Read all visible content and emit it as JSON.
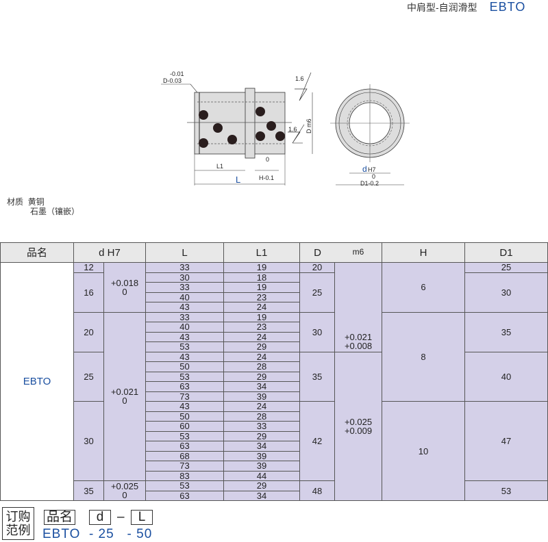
{
  "header": {
    "title": "中肩型-自润滑型",
    "code": "EBTO"
  },
  "diagram": {
    "tol_top": "-0.01",
    "tol_d": "D-0.03",
    "rough1": "1.6",
    "rough2": "1.6",
    "dm6": "D m6",
    "zero": "0",
    "l1": "L1",
    "l": "L",
    "h": "H-0.1",
    "dh7_d": "d",
    "dh7_h": "H7",
    "zero2": "0",
    "d1": "D1-0.2"
  },
  "material": {
    "label": "材质",
    "line1": "黄铜",
    "line2": "石墨（镶嵌）"
  },
  "table": {
    "headers": [
      "品名",
      "d H7",
      "L",
      "L1",
      "D",
      "m6",
      "H",
      "D1"
    ],
    "product": "EBTO",
    "rows": [
      [
        "33",
        "19"
      ],
      [
        "30",
        "18"
      ],
      [
        "33",
        "19"
      ],
      [
        "40",
        "23"
      ],
      [
        "43",
        "24"
      ],
      [
        "33",
        "19"
      ],
      [
        "40",
        "23"
      ],
      [
        "43",
        "24"
      ],
      [
        "53",
        "29"
      ],
      [
        "43",
        "24"
      ],
      [
        "50",
        "28"
      ],
      [
        "53",
        "29"
      ],
      [
        "63",
        "34"
      ],
      [
        "73",
        "39"
      ],
      [
        "43",
        "24"
      ],
      [
        "50",
        "28"
      ],
      [
        "60",
        "33"
      ],
      [
        "53",
        "29"
      ],
      [
        "63",
        "34"
      ],
      [
        "68",
        "39"
      ],
      [
        "73",
        "39"
      ],
      [
        "83",
        "44"
      ],
      [
        "53",
        "29"
      ],
      [
        "63",
        "34"
      ]
    ],
    "d": [
      {
        "v": "12",
        "s": 0,
        "n": 1
      },
      {
        "v": "16",
        "s": 1,
        "n": 4
      },
      {
        "v": "20",
        "s": 5,
        "n": 4
      },
      {
        "v": "25",
        "s": 9,
        "n": 5
      },
      {
        "v": "30",
        "s": 14,
        "n": 8
      },
      {
        "v": "35",
        "s": 22,
        "n": 2
      }
    ],
    "dtol": [
      {
        "v": "+0.018\n0",
        "s": 0,
        "n": 5
      },
      {
        "v": "+0.021\n0",
        "s": 5,
        "n": 17
      },
      {
        "v": "+0.025\n0",
        "s": 22,
        "n": 2
      }
    ],
    "D": [
      {
        "v": "20",
        "s": 0,
        "n": 1
      },
      {
        "v": "25",
        "s": 1,
        "n": 4
      },
      {
        "v": "30",
        "s": 5,
        "n": 4
      },
      {
        "v": "35",
        "s": 9,
        "n": 5
      },
      {
        "v": "42",
        "s": 14,
        "n": 8
      },
      {
        "v": "48",
        "s": 22,
        "n": 2
      }
    ],
    "Dtol": [
      {
        "v": "+0.021\n+0.008",
        "s": 0,
        "n": 9
      },
      {
        "v": "+0.025\n+0.009",
        "s": 9,
        "n": 15
      }
    ],
    "H": [
      {
        "v": "6",
        "s": 0,
        "n": 5
      },
      {
        "v": "8",
        "s": 5,
        "n": 9
      },
      {
        "v": "10",
        "s": 14,
        "n": 10
      }
    ],
    "D1": [
      {
        "v": "25",
        "s": 0,
        "n": 1
      },
      {
        "v": "30",
        "s": 1,
        "n": 4
      },
      {
        "v": "35",
        "s": 5,
        "n": 4
      },
      {
        "v": "40",
        "s": 9,
        "n": 5
      },
      {
        "v": "47",
        "s": 14,
        "n": 8
      },
      {
        "v": "53",
        "s": 22,
        "n": 2
      }
    ]
  },
  "order": {
    "label1": "订购",
    "label2": "范例",
    "name_box": "品名",
    "d_box": "d",
    "dash": "–",
    "l_box": "L",
    "example": "EBTO  - 25   - 50"
  }
}
